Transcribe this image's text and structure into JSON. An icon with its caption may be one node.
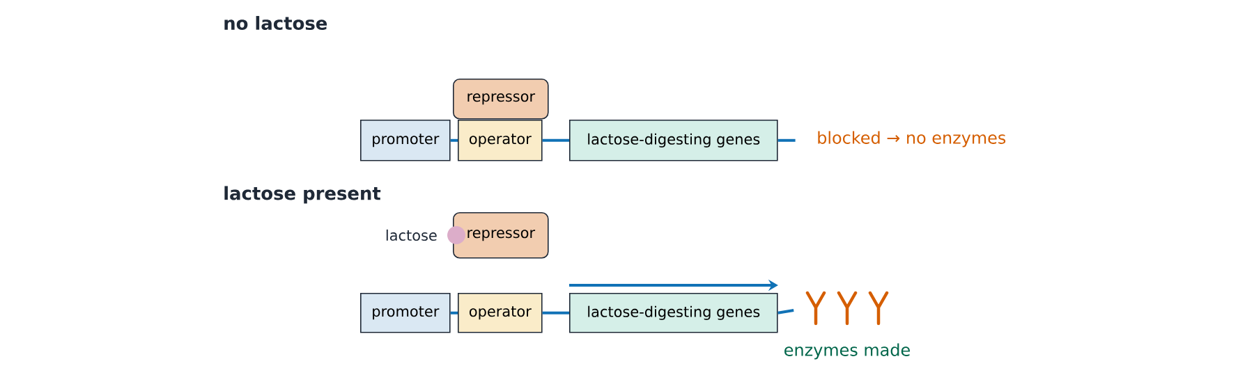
{
  "diagram": {
    "nodes": [
      {
        "text": [
          "repressor"
        ]
      },
      {
        "text": [
          "promoter"
        ]
      },
      {
        "text": [
          "operator"
        ]
      },
      {
        "text": [
          "lactose-digesting genes"
        ]
      },
      {
        "text": [],
        "shape": "circle",
        "beside": [
          "lactose"
        ]
      },
      {
        "text": [
          "repressor"
        ]
      },
      {
        "text": [
          "promoter"
        ]
      },
      {
        "text": [
          "operator"
        ]
      },
      {
        "text": [
          "lactose-digesting genes"
        ]
      },
      {
        "text": [],
        "shape": "picture",
        "beside": [
          "enzymes made"
        ]
      }
    ],
    "edges": [
      {
        "from": 1,
        "to": 2,
        "arrow": "none"
      },
      {
        "from": 2,
        "to": 3,
        "arrow": "none"
      },
      {
        "from": 3,
        "to": null,
        "arrow": "none"
      },
      {
        "from": 6,
        "to": 7,
        "arrow": "none"
      },
      {
        "from": 7,
        "to": 8,
        "arrow": "none"
      },
      {
        "from": 8,
        "to": 9,
        "arrow": "none"
      }
    ],
    "labels": [
      "no lactose",
      "blocked → no enzymes",
      "lactose present"
    ]
  }
}
